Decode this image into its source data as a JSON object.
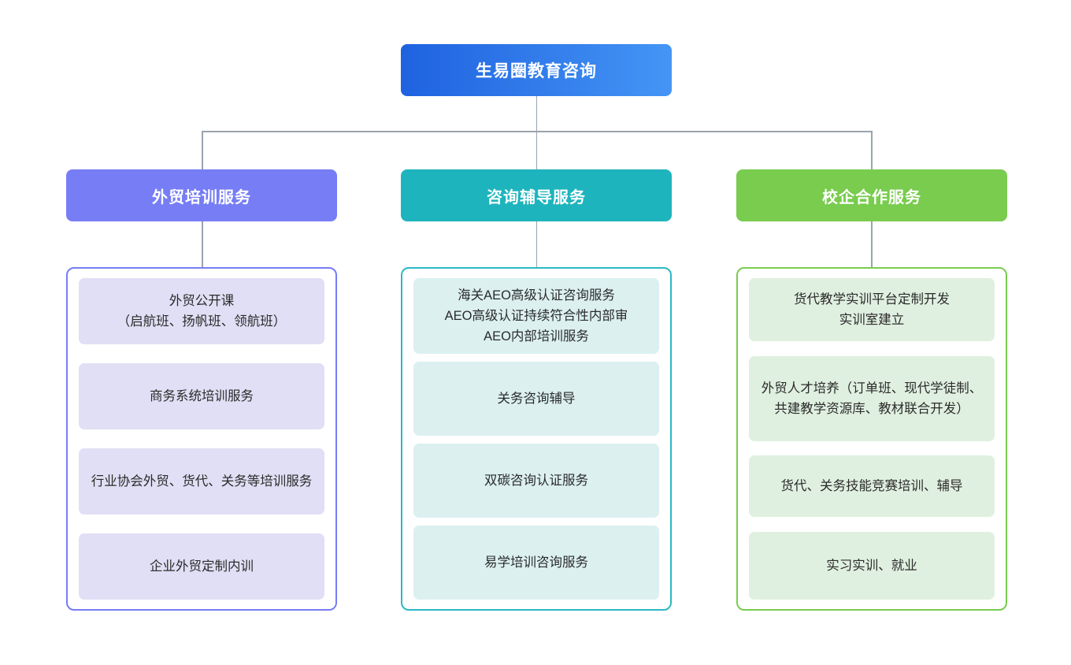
{
  "diagram": {
    "type": "organization-tree",
    "root": {
      "label": "生易圈教育咨询",
      "color_start": "#1f62e0",
      "color_end": "#4495f5"
    },
    "connector_color": "#9aa3ad",
    "branches": [
      {
        "header": "外贸培训服务",
        "accent": "#767df5",
        "leaf_bg": "#e0dff5",
        "items": [
          "外贸公开课\n（启航班、扬帆班、领航班）",
          "商务系统培训服务",
          "行业协会外贸、货代、关务等培训服务",
          "企业外贸定制内训"
        ]
      },
      {
        "header": "咨询辅导服务",
        "accent": "#1eb4bd",
        "leaf_bg": "#dcf0f0",
        "items": [
          "海关AEO高级认证咨询服务\nAEO高级认证持续符合性内部审\nAEO内部培训服务",
          "关务咨询辅导",
          "双碳咨询认证服务",
          "易学培训咨询服务"
        ]
      },
      {
        "header": "校企合作服务",
        "accent": "#79cc4e",
        "leaf_bg": "#e0f0e0",
        "items": [
          "货代教学实训平台定制开发\n实训室建立",
          "外贸人才培养（订单班、现代学徒制、共建教学资源库、教材联合开发）",
          "货代、关务技能竞赛培训、辅导",
          "实习实训、就业"
        ]
      }
    ]
  }
}
